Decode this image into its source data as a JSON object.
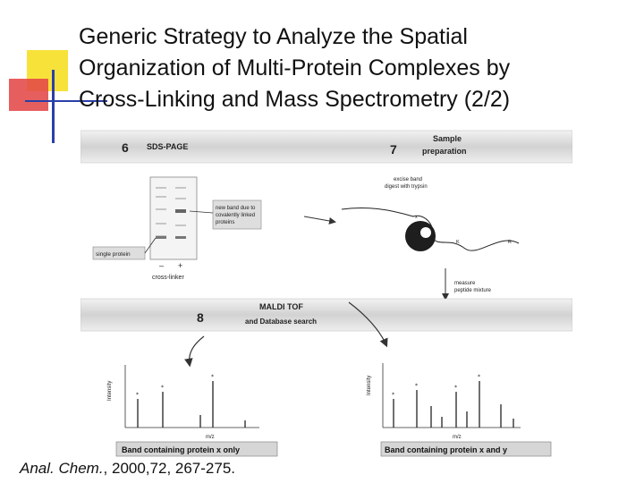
{
  "title_lines": [
    "Generic Strategy to Analyze the Spatial",
    "Organization of Multi-Protein Complexes by",
    "Cross-Linking and Mass Spectrometry (2/2)"
  ],
  "figure": {
    "step6": {
      "number": "6",
      "label": "SDS-PAGE"
    },
    "step7": {
      "number": "7",
      "label_line1": "Sample",
      "label_line2": "preparation"
    },
    "step8": {
      "number": "8",
      "label_line1": "MALDI TOF",
      "label_line2": "and Database search"
    },
    "new_band_note": [
      "new band due to",
      "covalently linked",
      "proteins"
    ],
    "single_protein": "single protein",
    "minus_sign": "–",
    "plus_sign": "+",
    "cross_linker": "cross-linker",
    "excise_note": [
      "excise band",
      "digest with trypsin"
    ],
    "measure_note": [
      "measure",
      "peptide mixture"
    ],
    "peptide_x": "x",
    "peptide_k": "K",
    "peptide_r": "R",
    "intensity_left": "Intensity",
    "intensity_right": "Intensity",
    "mz_left": "m/z",
    "mz_right": "m/z",
    "band_left": "Band containing protein x only",
    "band_right": "Band containing protein x and y"
  },
  "citation": {
    "journal": "Anal. Chem.",
    "rest": ", 2000,72, 267-275."
  }
}
